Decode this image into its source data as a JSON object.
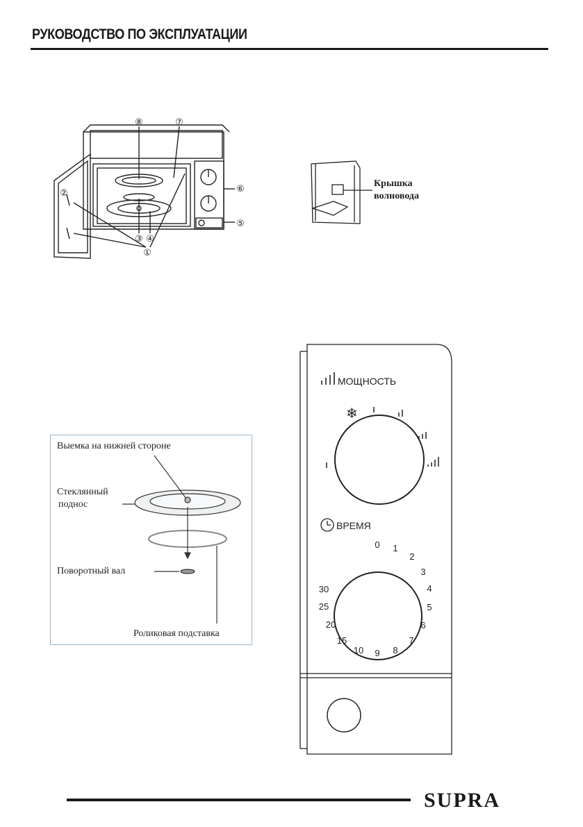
{
  "header": {
    "title": "РУКОВОДСТВО ПО ЭКСПЛУАТАЦИИ"
  },
  "oven_diagram": {
    "callouts": [
      "⑧",
      "⑦",
      "②",
      "⑥",
      "③",
      "④",
      "⑤",
      "①"
    ]
  },
  "waveguide": {
    "label_line1": "Крышка",
    "label_line2": "волновода"
  },
  "turntable": {
    "notch_label": "Выемка на нижней стороне",
    "tray_label_line1": "Стеклянный",
    "tray_label_line2": "поднос",
    "shaft_label": "Поворотный вал",
    "roller_label": "Роликовая подставка"
  },
  "control_panel": {
    "power_title": "МОЩНОСТЬ",
    "power_icon": "power-bars-icon",
    "defrost_icon": "snowflake-icon",
    "time_title": "ВРЕМЯ",
    "time_icon": "clock-icon",
    "timer_marks": [
      "0",
      "1",
      "2",
      "3",
      "4",
      "5",
      "6",
      "7",
      "8",
      "9",
      "10",
      "15",
      "20",
      "25",
      "30"
    ]
  },
  "footer": {
    "brand": "SUPRA"
  }
}
